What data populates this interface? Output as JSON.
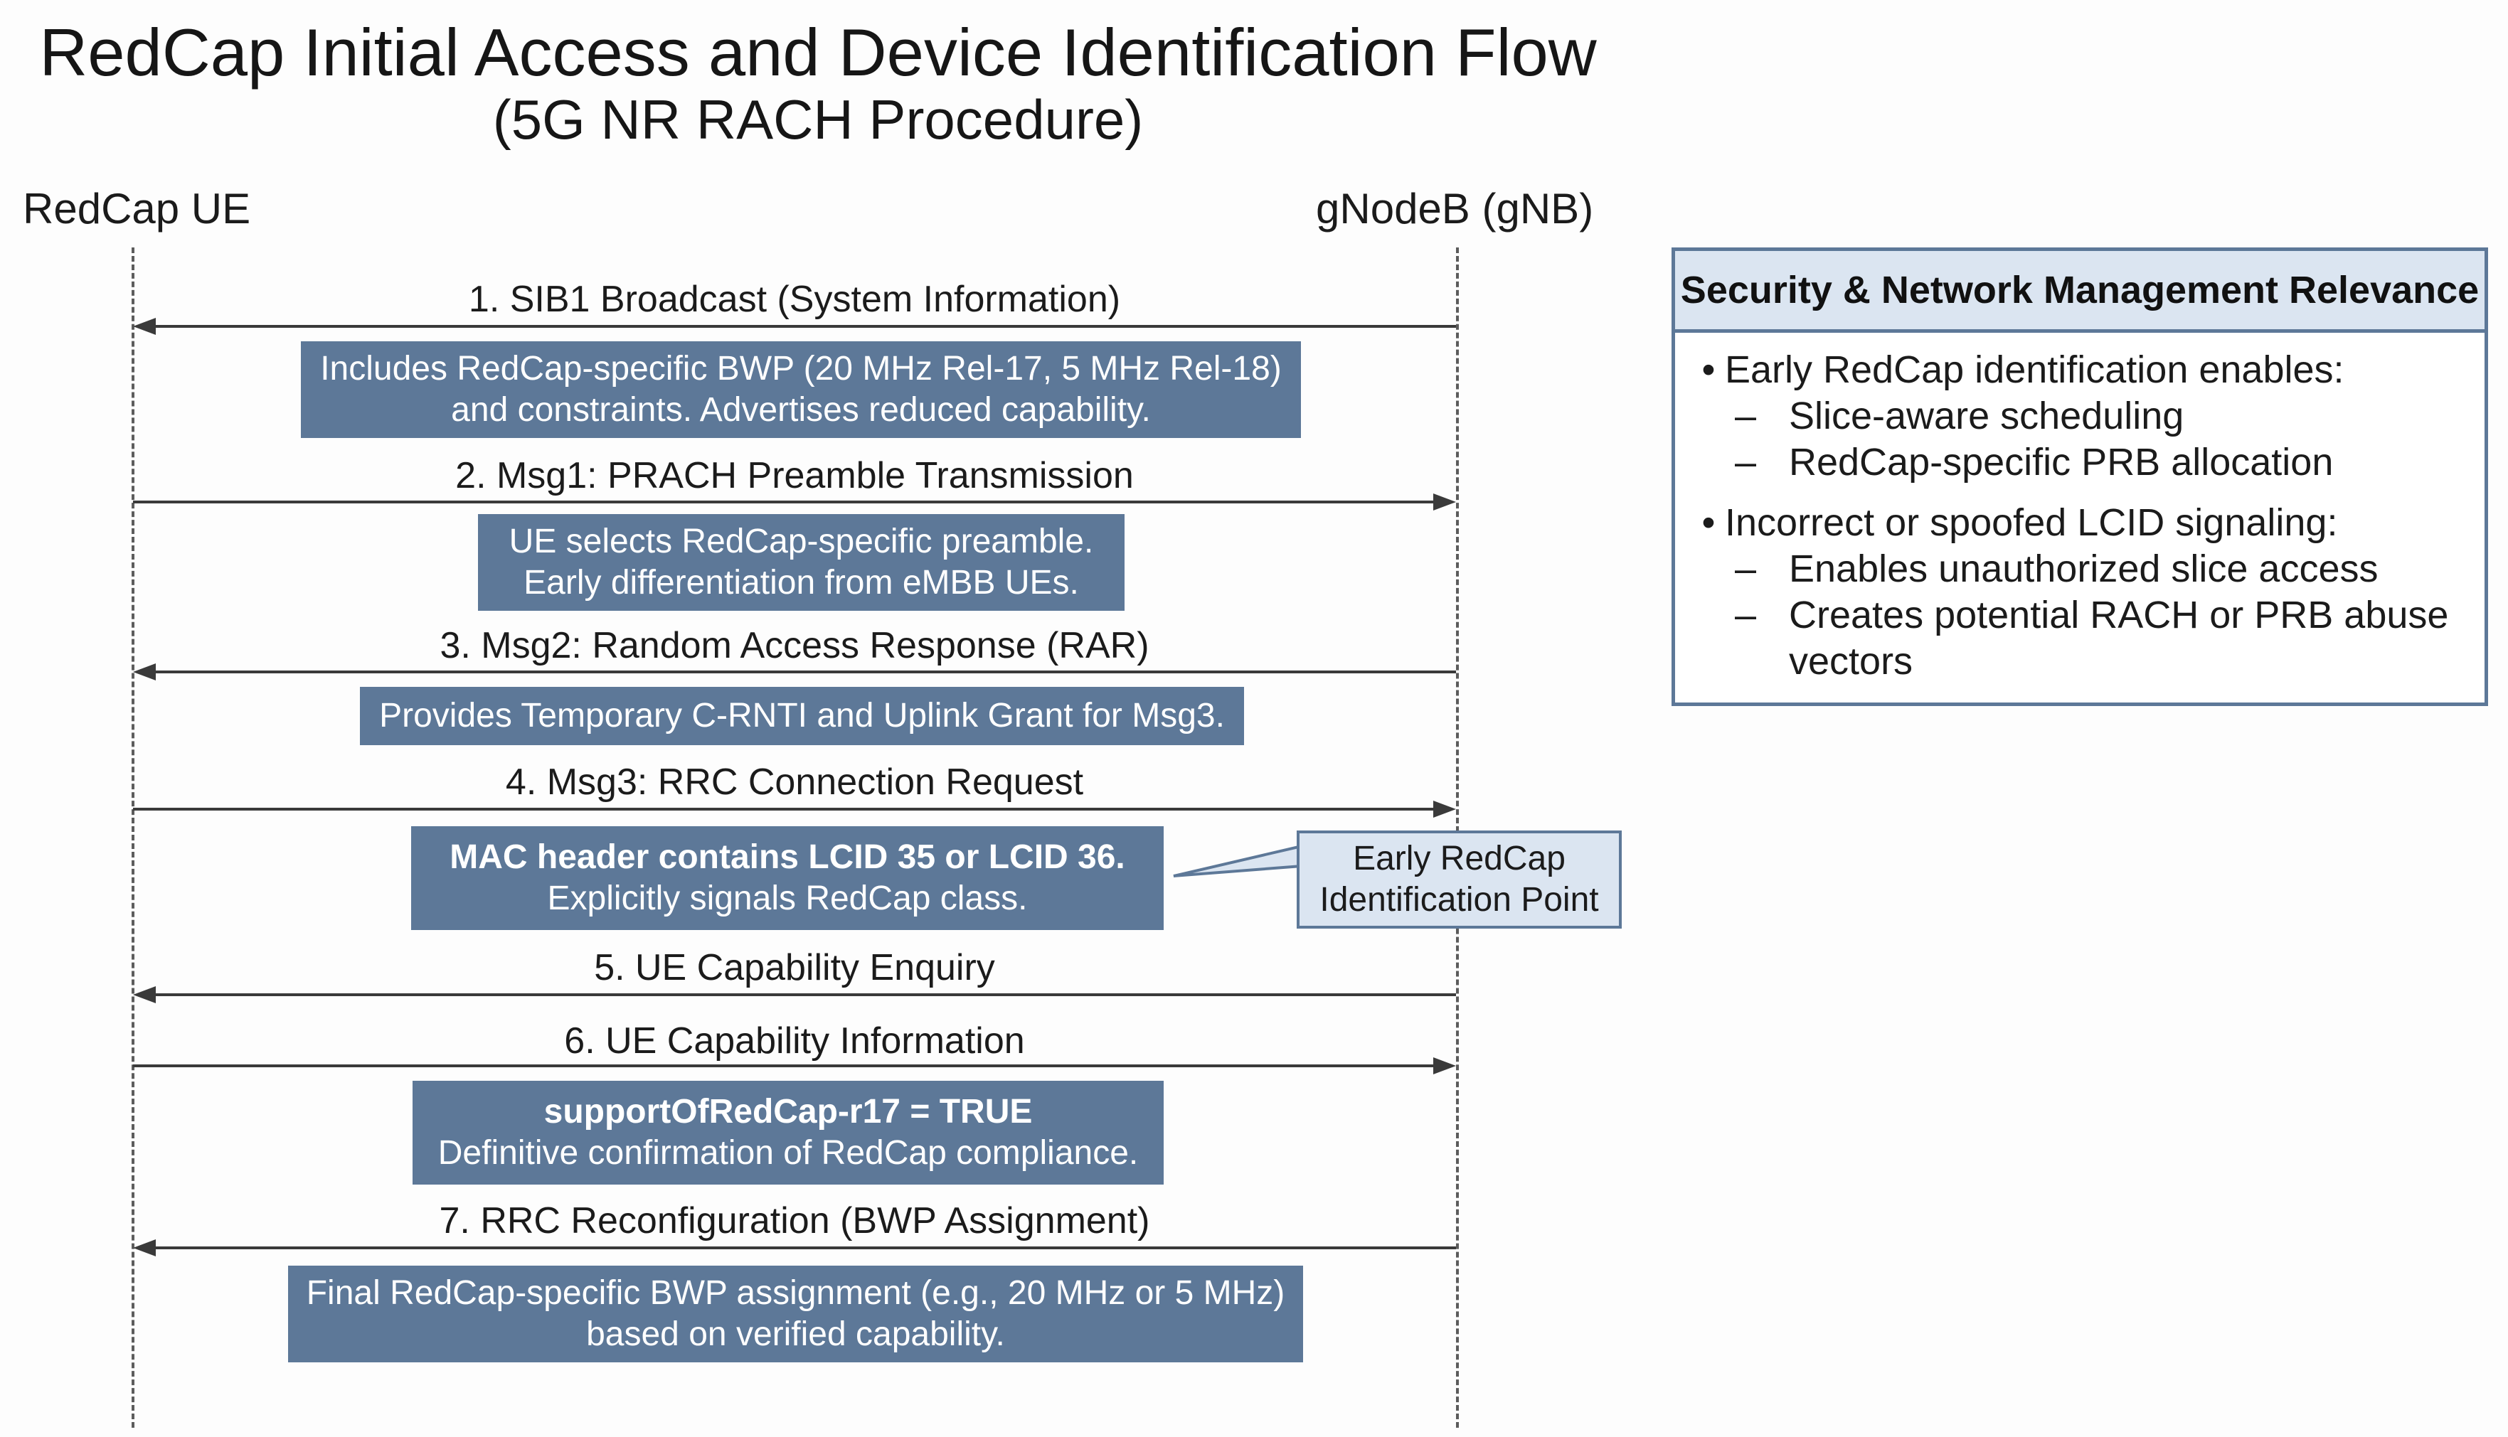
{
  "title": "RedCap Initial Access and Device Identification Flow",
  "subtitle": "(5G NR RACH Procedure)",
  "entities": {
    "ue": "RedCap UE",
    "gnb": "gNodeB (gNB)"
  },
  "messages": [
    {
      "label": "1. SIB1 Broadcast (System Information)",
      "direction": "gNB-to-UE"
    },
    {
      "label": "2. Msg1: PRACH Preamble Transmission",
      "direction": "UE-to-gNB"
    },
    {
      "label": "3. Msg2: Random Access Response (RAR)",
      "direction": "gNB-to-UE"
    },
    {
      "label": "4. Msg3: RRC Connection Request",
      "direction": "UE-to-gNB"
    },
    {
      "label": "5. UE Capability Enquiry",
      "direction": "gNB-to-UE"
    },
    {
      "label": "6. UE Capability Information",
      "direction": "UE-to-gNB"
    },
    {
      "label": "7. RRC Reconfiguration (BWP Assignment)",
      "direction": "gNB-to-UE"
    }
  ],
  "notes": {
    "sib1": {
      "line1": "Includes RedCap-specific BWP (20 MHz Rel-17, 5 MHz Rel-18)",
      "line2": "and constraints. Advertises reduced capability."
    },
    "msg1": {
      "line1": "UE selects RedCap-specific preamble.",
      "line2": "Early differentiation from eMBB UEs."
    },
    "msg2": {
      "line1": "Provides Temporary C-RNTI and Uplink Grant for Msg3."
    },
    "msg3": {
      "line1": "MAC header contains LCID 35 or LCID 36.",
      "line2": "Explicitly signals RedCap class."
    },
    "capability": {
      "line1": "supportOfRedCap-r17 = TRUE",
      "line2": "Definitive confirmation of RedCap compliance."
    },
    "reconfig": {
      "line1": "Final RedCap-specific BWP assignment (e.g., 20 MHz or 5 MHz)",
      "line2": "based on verified capability."
    }
  },
  "callout": {
    "line1": "Early RedCap",
    "line2": "Identification Point"
  },
  "relevance": {
    "header": "Security & Network Management Relevance",
    "groups": [
      {
        "bullet": "Early RedCap identification enables:",
        "items": [
          "Slice-aware scheduling",
          "RedCap-specific PRB allocation"
        ]
      },
      {
        "bullet": "Incorrect or spoofed LCID signaling:",
        "items": [
          "Enables unauthorized slice access",
          "Creates potential RACH or PRB abuse",
          "vectors"
        ]
      }
    ]
  },
  "colors": {
    "note_fill": "#5d7898",
    "callout_fill": "#dbe5f1",
    "panel_header_fill": "#dbe5f1",
    "border": "#5d7898"
  }
}
